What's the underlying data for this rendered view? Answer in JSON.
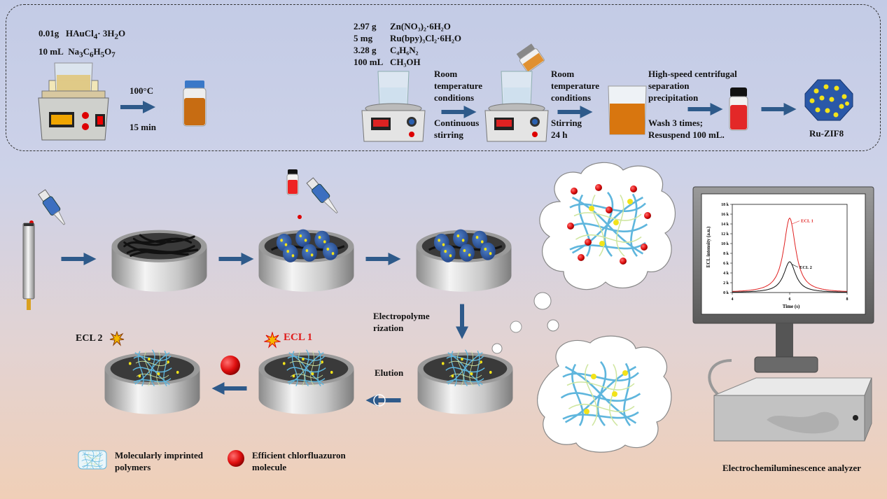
{
  "synthesis": {
    "gold": {
      "line1_amount": "0.01g",
      "line1_reagent": "HAuCl",
      "line1_sub1": "4",
      "line1_mid": "·  3H",
      "line1_sub2": "2",
      "line1_end": "O",
      "line2_amount": "10 mL",
      "line2_reagent": "Na",
      "line2_sub1": "3",
      "line2_mid1": "C",
      "line2_sub2": "6",
      "line2_mid2": "H",
      "line2_sub3": "5",
      "line2_mid3": "O",
      "line2_sub4": "7",
      "temp": "100°C",
      "time": "15 min"
    },
    "zif": {
      "rows": [
        {
          "amount": "2.97 g",
          "reagent": "Zn(NO₃)₂·6H₂O"
        },
        {
          "amount": "5 mg",
          "reagent": "Ru(bpy)₃Cl₂·6H₂O"
        },
        {
          "amount": "3.28 g",
          "reagent": "C₄H₆N₂"
        },
        {
          "amount": "100 mL",
          "reagent": "CH₃OH"
        }
      ],
      "step1_a": "Room",
      "step1_b": "temperature",
      "step1_c": "conditions",
      "step1_d": "Continuous",
      "step1_e": "stirring",
      "step2_a": "Room",
      "step2_b": "temperature",
      "step2_c": "conditions",
      "step2_d": "Stirring",
      "step2_e": "24 h",
      "step3_a": "High-speed centrifugal",
      "step3_b": "separation",
      "step3_c": "precipitation",
      "step3_d": "Wash 3 times;",
      "step3_e": "Resuspend 100 mL.",
      "product": "Ru-ZIF8"
    }
  },
  "electrode": {
    "electropolymerization_a": "Electropolyme",
    "electropolymerization_b": "rization",
    "elution": "Elution",
    "ecl1": "ECL 1",
    "ecl2": "ECL 2"
  },
  "legend": {
    "mip_a": "Molecularly imprinted",
    "mip_b": "polymers",
    "target_a": "Efficient chlorfluazuron",
    "target_b": "molecule"
  },
  "analyzer": {
    "label": "Electrochemiluminescence analyzer"
  },
  "chart_data": {
    "type": "line",
    "xlabel": "Time (s)",
    "ylabel": "ECL intensity (a.u.)",
    "xlim": [
      4,
      8
    ],
    "ylim": [
      0,
      18000
    ],
    "x_ticks": [
      "4",
      "6",
      "8"
    ],
    "y_ticks": [
      "0 k",
      "2 k",
      "4 k",
      "6 k",
      "8 k",
      "10 k",
      "12 k",
      "14 k",
      "16 k",
      "18 k"
    ],
    "series": [
      {
        "name": "ECL 1",
        "color": "#e02020",
        "peak_x": 6,
        "peak_y": 15200,
        "baseline": 0
      },
      {
        "name": "ECL 2",
        "color": "#111111",
        "peak_x": 6,
        "peak_y": 6300,
        "baseline": 0
      }
    ]
  },
  "colors": {
    "arrow": "#2e5a8a",
    "accent_red": "#e01b1b",
    "mof_blue": "#2a58a8",
    "mof_yellow": "#f2e31a"
  }
}
